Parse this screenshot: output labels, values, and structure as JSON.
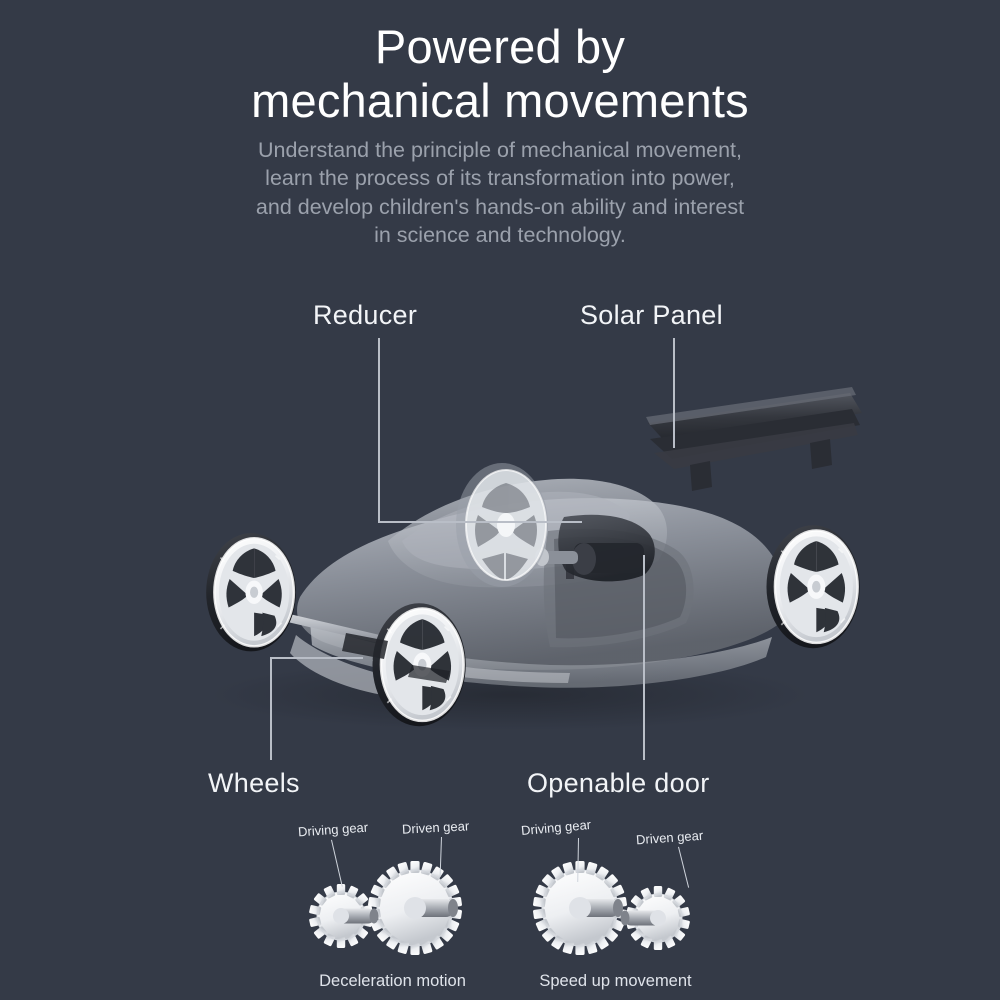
{
  "background_color": "#343a47",
  "header": {
    "title_line1": "Powered by",
    "title_line2": "mechanical movements",
    "title_color": "#ffffff",
    "subtitle_color": "#9ba1ac",
    "subtitle_line1": "Understand the principle of mechanical movement,",
    "subtitle_line2": "learn the process of its transformation into power,",
    "subtitle_line3": "and develop children's hands-on ability and interest",
    "subtitle_line4": "in science and technology."
  },
  "callouts": [
    {
      "id": "reducer",
      "label": "Reducer",
      "leader": "L-shape-right"
    },
    {
      "id": "solar-panel",
      "label": "Solar Panel",
      "leader": "vertical"
    },
    {
      "id": "wheels",
      "label": "Wheels",
      "leader": "L-shape-right"
    },
    {
      "id": "openable-door",
      "label": "Openable door",
      "leader": "vertical"
    }
  ],
  "product": {
    "name": "transparent-solar-car-model",
    "body_color": "#b9bec6",
    "wheel_color": "#f4f5f7",
    "tire_color": "#2e3138",
    "spoiler_color": "#3a3d44"
  },
  "gear_diagrams": [
    {
      "id": "deceleration",
      "caption": "Deceleration motion",
      "driving_label": "Driving gear",
      "driven_label": "Driven gear",
      "driving_position": "left-small",
      "driven_position": "right-large",
      "driving_teeth": 14,
      "driven_teeth": 22
    },
    {
      "id": "speed-up",
      "caption": "Speed up movement",
      "driving_label": "Driving gear",
      "driven_label": "Driven gear",
      "driving_position": "left-large",
      "driven_position": "right-small",
      "driving_teeth": 22,
      "driven_teeth": 14
    }
  ]
}
